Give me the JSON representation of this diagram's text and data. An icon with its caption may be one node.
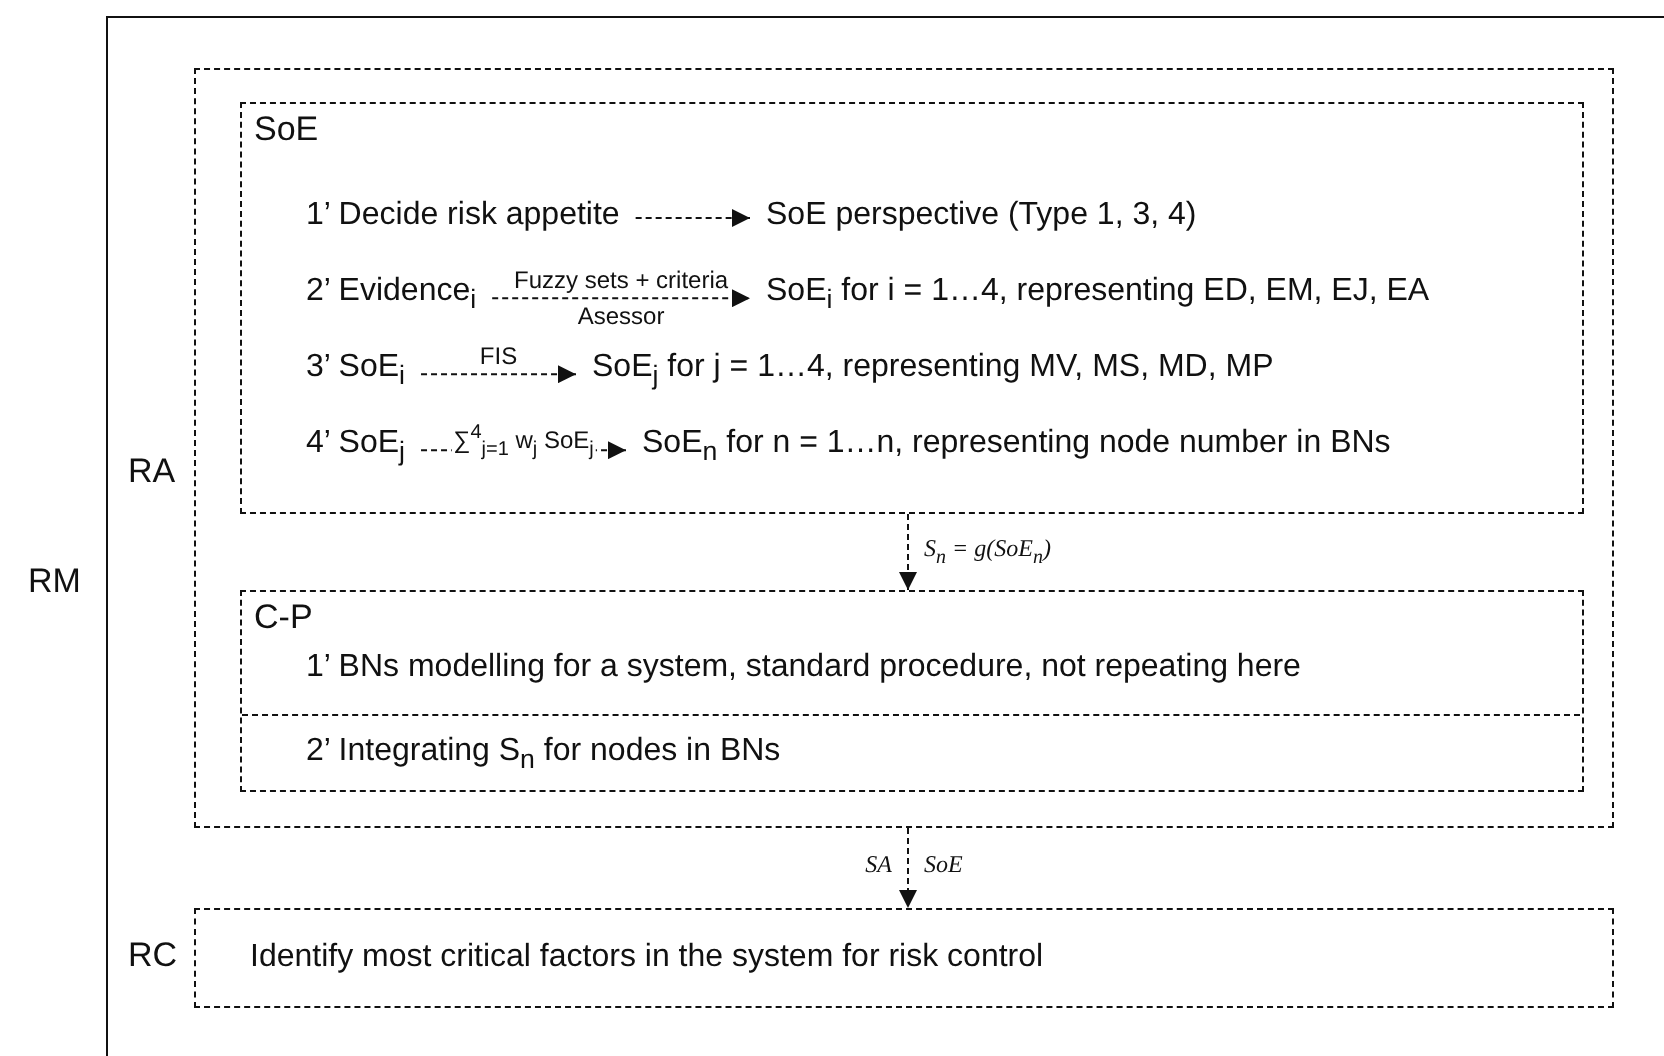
{
  "diagram": {
    "nodes": [
      {
        "text": [
          "RM"
        ]
      },
      {
        "text": [
          "RA"
        ],
        "in": 0
      },
      {
        "text": [
          "SoE"
        ],
        "in": 1
      },
      {
        "text": [
          "1’ Decide risk appetite"
        ],
        "in": 2
      },
      {
        "text": [
          "SoE perspective (Type 1, 3, 4)"
        ],
        "in": 2
      },
      {
        "text": [
          "2’ Evidence$_{i}$"
        ],
        "in": 2
      },
      {
        "text": [
          "SoE$_{i}$ for i = 1…4, representing ED, EM, EJ, EA"
        ],
        "in": 2
      },
      {
        "text": [
          "3’ SoE$_{i}$"
        ],
        "in": 2
      },
      {
        "text": [
          "SoE$_{j}$ for j = 1…4, representing MV, MS, MD, MP"
        ],
        "in": 2
      },
      {
        "text": [
          "4’ SoE$_{j}$"
        ],
        "in": 2
      },
      {
        "text": [
          "SoE$_{n}$ for n = 1…n, representing node number in BNs"
        ],
        "in": 2
      },
      {
        "text": [
          "C-P"
        ],
        "in": 1
      },
      {
        "text": [
          "1’ BNs modelling for a system, standard procedure, not repeating here"
        ],
        "in": 11
      },
      {
        "text": [
          "2’  Integrating S$_{n}$ for nodes in BNs"
        ],
        "in": 11
      },
      {
        "text": [
          "RC",
          "Identify most critical factors in the system for risk control"
        ],
        "in": 0
      }
    ],
    "edges": [
      {
        "from": 3,
        "to": 4,
        "arrow": "to",
        "style": "dashed"
      },
      {
        "from": 5,
        "to": 6,
        "arrow": "to",
        "style": "dashed",
        "label": "Fuzzy sets + criteria"
      },
      {
        "from": 7,
        "to": 8,
        "arrow": "to",
        "style": "dashed",
        "label": "FIS"
      },
      {
        "from": 9,
        "to": 10,
        "arrow": "to",
        "style": "dashed",
        "label": "∑$^{4}$$_{j=1}$ w$_{j}$ SoE$_{j}$"
      },
      {
        "from": 2,
        "to": 11,
        "arrow": "to",
        "style": "dashed",
        "label": "S$_{n}$ =  g(SoE$_{n}$)"
      },
      {
        "from": 1,
        "to": 14,
        "arrow": "to",
        "style": "dashed",
        "label": "SA"
      }
    ],
    "labels": [
      "Asessor",
      "SoE"
    ]
  }
}
